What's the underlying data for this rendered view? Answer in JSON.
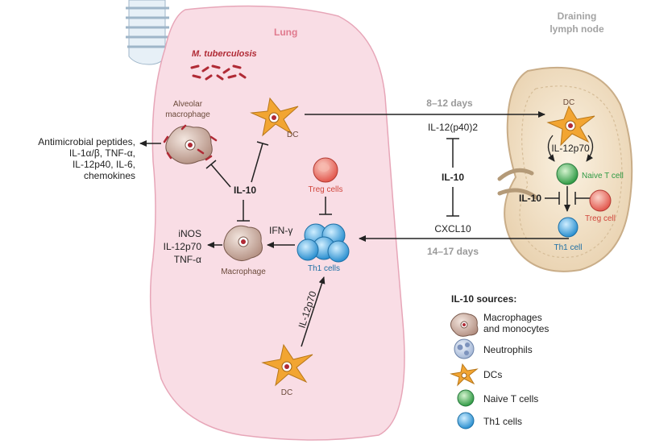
{
  "regions": {
    "lung": "Lung",
    "lymph_node": [
      "Draining",
      "lymph node"
    ]
  },
  "lung": {
    "pathogen": "M. tuberculosis",
    "alveolar_macrophage": [
      "Alveolar",
      "macrophage"
    ],
    "dc_top": "DC",
    "dc_bottom": "DC",
    "il10": "IL-10",
    "treg": "Treg cells",
    "th1": "Th1 cells",
    "macrophage": "Macrophage",
    "ifn": "IFN-γ",
    "il12p70_vertical": "IL-12p70"
  },
  "outputs": {
    "antimicrobial": [
      "Antimicrobial peptides,",
      "IL-1α/β, TNF-α,",
      "IL-12p40, IL-6,",
      "chemokines"
    ],
    "macrophage_products": [
      "iNOS",
      "IL-12p70",
      "TNF-α"
    ]
  },
  "migration": {
    "days_top": "8–12 days",
    "days_bottom": "14–17 days",
    "il12p40": "IL-12(p40)2",
    "il10": "IL-10",
    "cxcl10": "CXCL10"
  },
  "lymph_node": {
    "dc": "DC",
    "il12p70": "IL-12p70",
    "naive": "Naive T cell",
    "il10": "IL-10",
    "treg": "Treg cell",
    "th1": "Th1 cell"
  },
  "legend": {
    "title": "IL-10 sources:",
    "items": [
      {
        "label": [
          "Macrophages",
          "and monocytes"
        ],
        "icon": "macrophage-icon"
      },
      {
        "label": [
          "Neutrophils"
        ],
        "icon": "neutrophil-icon"
      },
      {
        "label": [
          "DCs"
        ],
        "icon": "dc-icon"
      },
      {
        "label": [
          "Naive T cells"
        ],
        "icon": "naive-t-cell-icon"
      },
      {
        "label": [
          "Th1 cells"
        ],
        "icon": "th1-cell-icon"
      }
    ]
  },
  "colors": {
    "lung_fill": "#f9dde5",
    "lung_stroke": "#e7a6b8",
    "lymph_fill": "#f2dfc4",
    "dc": "#f2a532",
    "treg": "#e8675e",
    "naive": "#4dae59",
    "th1": "#3ea0dc",
    "macrophage": "#c9a89a"
  }
}
